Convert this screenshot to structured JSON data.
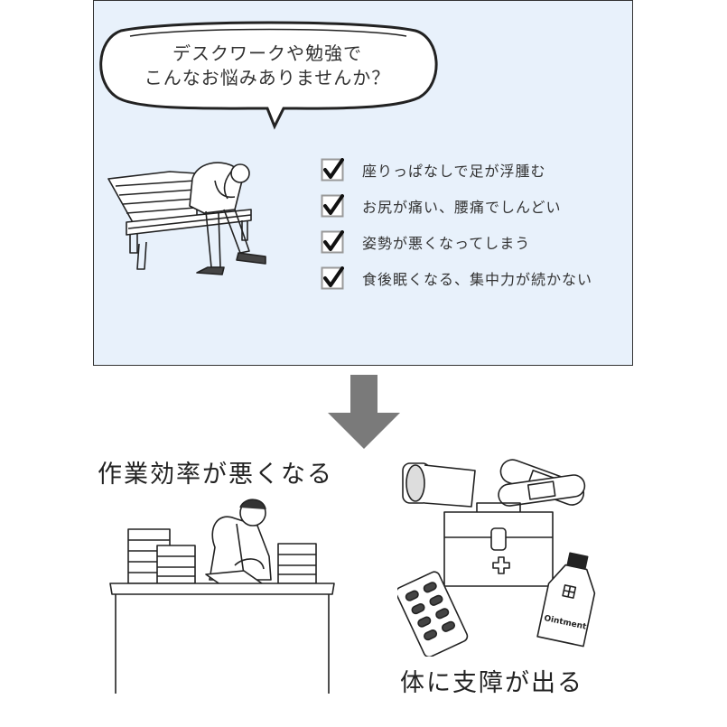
{
  "bubble": {
    "line1": "デスクワークや勉強で",
    "line2": "こんなお悩みありませんか？"
  },
  "checklist": [
    {
      "label": "座りっぱなしで足が浮腫む"
    },
    {
      "label": "お尻が痛い、腰痛でしんどい"
    },
    {
      "label": "姿勢が悪くなってしまう"
    },
    {
      "label": "食後眠くなる、集中力が続かない"
    }
  ],
  "captions": {
    "work": "作業効率が悪くなる",
    "body": "体に支障が出る"
  },
  "icons": [
    "check-icon",
    "down-arrow-icon",
    "bench-man-illustration",
    "desk-man-illustration",
    "medical-supplies-illustration"
  ],
  "ointment_label": "Ointment",
  "colors": {
    "panel_bg": "#e8f1fb",
    "arrow": "#7a7a7a",
    "checkbox_border": "#999999"
  }
}
